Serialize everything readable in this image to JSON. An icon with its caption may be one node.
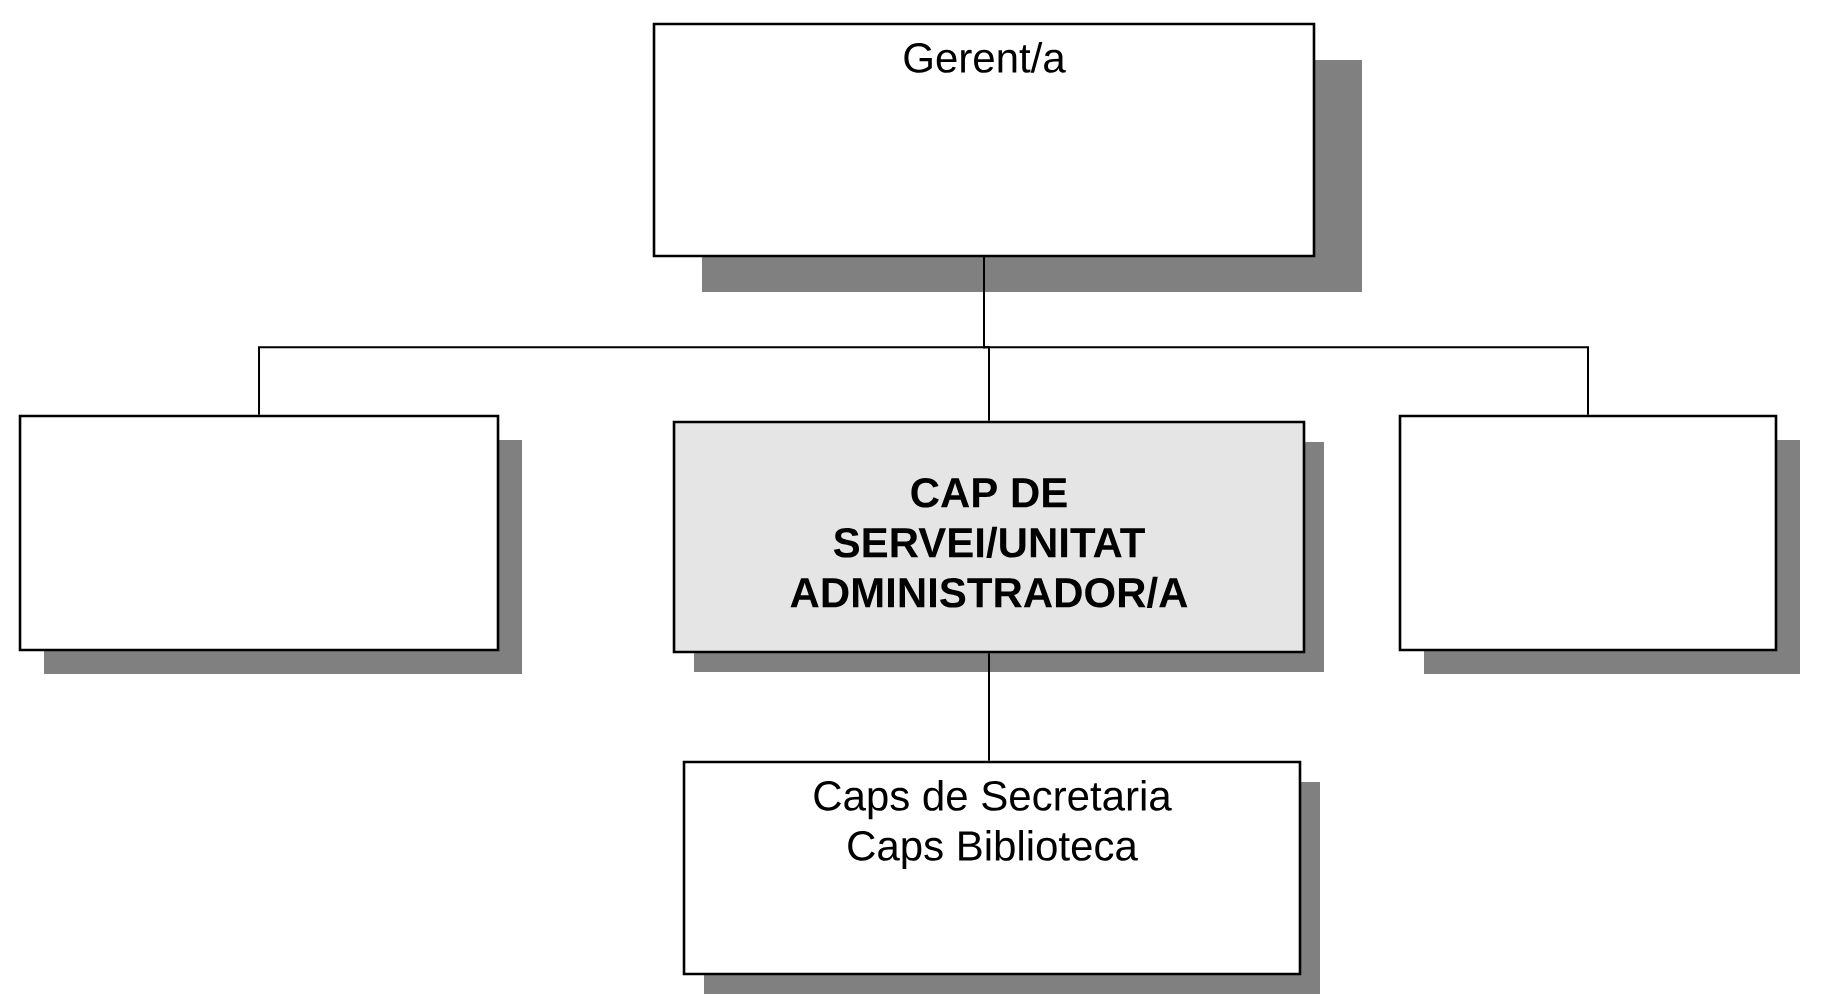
{
  "diagram": {
    "nodes": [
      {
        "text": [
          "Gerent/a"
        ]
      },
      {
        "text": [],
        "shape": "box"
      },
      {
        "text": [
          "**CAP DE SERVEI/UNITAT ADMINISTRADOR/A**"
        ]
      },
      {
        "text": [],
        "shape": "box"
      },
      {
        "text": [
          "Caps de Secretaria",
          "Caps Biblioteca"
        ]
      }
    ],
    "edges": [
      {
        "from": 0,
        "to": 1,
        "arrow": "none"
      },
      {
        "from": 0,
        "to": 2,
        "arrow": "none"
      },
      {
        "from": 0,
        "to": 3,
        "arrow": "none"
      },
      {
        "from": 2,
        "to": 4,
        "arrow": "none"
      }
    ]
  }
}
